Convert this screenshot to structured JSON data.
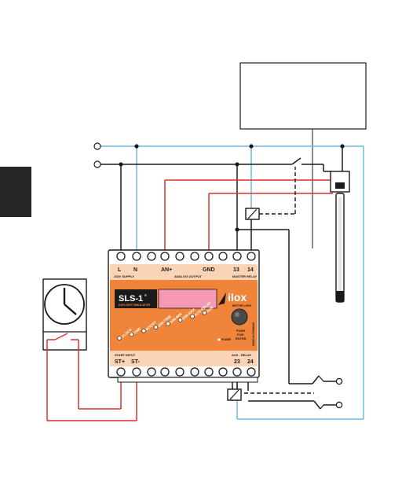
{
  "device": {
    "name": "SLS-1",
    "registered": "®",
    "subtitle": "DAYLIGHT SIMULATOR",
    "brand": "ilox",
    "brand_tagline": "BETTER LIGHT",
    "made_in": "MADE IN GERMANY",
    "push_label_1": "PUSH",
    "push_label_2": "FOR",
    "push_label_3": "ENTER",
    "diagonal_buttons": [
      "CLOCK",
      "TIME",
      "BOOST",
      "DIM-TIME",
      "DIM-MIN",
      "DIM-MAX",
      "AUX-RELAY",
      "SUN"
    ],
    "mains_top_label": "L",
    "neutral_top_label": "N",
    "supply_label": "230V SUPPLY",
    "an_plus_label": "AN+",
    "gnd_label": "GND",
    "analog_output_label": "ANALOG OUTPUT",
    "master_13": "13",
    "master_14": "14",
    "master_relay_label": "MASTER RELAY",
    "start_input_label": "START INPUT",
    "st_plus_label": "ST+",
    "st_minus_label": "ST-",
    "aux_relay_label": "AUX - RELAY",
    "aux_23": "23",
    "aux_24": "24",
    "power_label": "POWER"
  },
  "colors": {
    "blue": "#6fb8e0",
    "red": "#d8322a",
    "black": "#1a1a1a",
    "orange": "#f0843a",
    "pink": "#f49ab4",
    "tab": "#262626"
  }
}
